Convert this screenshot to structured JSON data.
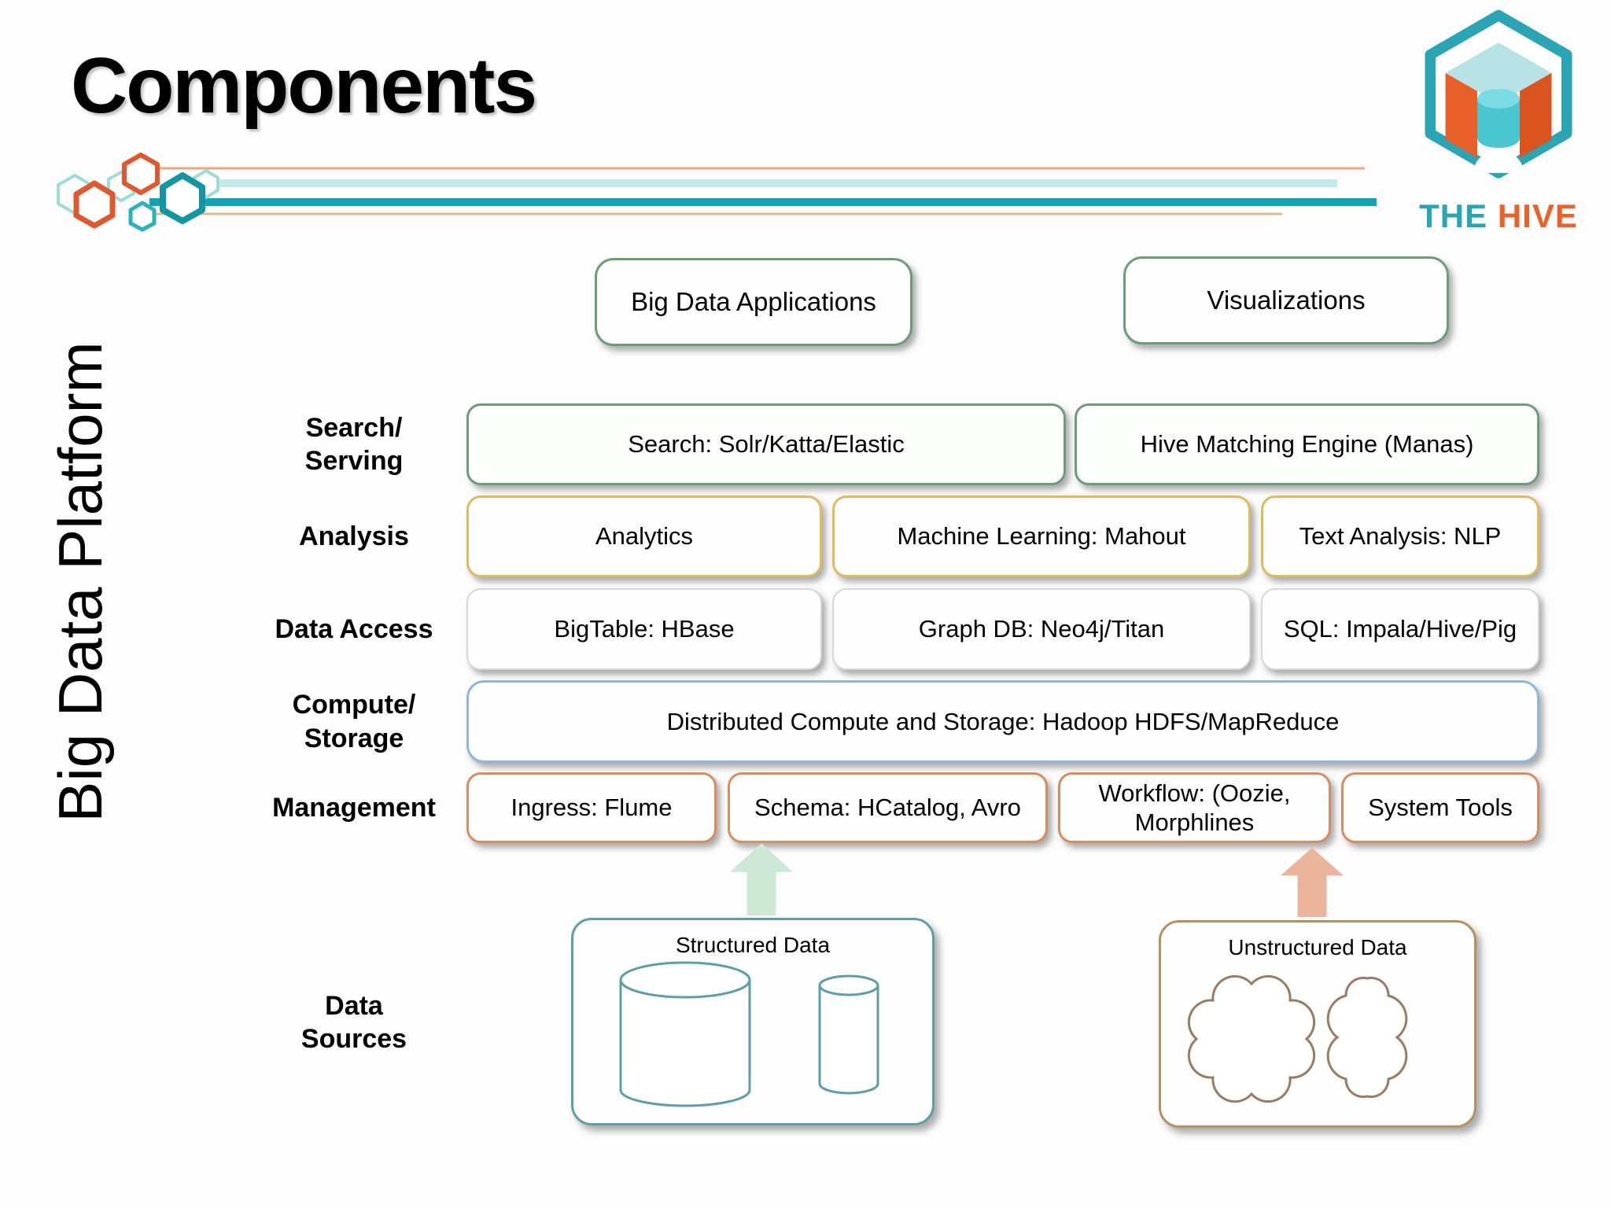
{
  "slide": {
    "title": "Components",
    "platform_label": "Big Data Platform"
  },
  "logo": {
    "word1": "THE",
    "word2": "HIVE"
  },
  "top_row": {
    "applications": "Big Data Applications",
    "visualizations": "Visualizations"
  },
  "rows": {
    "search_serving": {
      "label": "Search/\nServing",
      "search_box": "Search: Solr/Katta/Elastic",
      "hive_box": "Hive Matching Engine (Manas)"
    },
    "analysis": {
      "label": "Analysis",
      "analytics_box": "Analytics",
      "ml_box": "Machine Learning: Mahout",
      "text_box": "Text Analysis: NLP"
    },
    "data_access": {
      "label": "Data Access",
      "bigtable_box": "BigTable: HBase",
      "graph_box": "Graph DB: Neo4j/Titan",
      "sql_box": "SQL: Impala/Hive/Pig"
    },
    "compute_storage": {
      "label": "Compute/\nStorage",
      "hadoop_box": "Distributed Compute and Storage: Hadoop HDFS/MapReduce"
    },
    "management": {
      "label": "Management",
      "ingress_box": "Ingress: Flume",
      "schema_box": "Schema: HCatalog, Avro",
      "workflow_box": "Workflow: (Oozie,\nMorphlines",
      "tools_box": "System Tools"
    }
  },
  "data_sources": {
    "label": "Data\nSources",
    "structured_title": "Structured Data",
    "unstructured_title": "Unstructured Data"
  },
  "colors": {
    "teal_line": "#14a3b0",
    "pale_teal_line": "#c4e9ea",
    "orange_line": "#f0a878",
    "tan_line": "#d8c18d",
    "logo_teal": "#2aa5b4",
    "logo_orange": "#e8622a",
    "green_border": "#6e9b78",
    "gold_border": "#dfbb5e",
    "gray_border": "#d6d6d6",
    "blue_border": "#8bb8da",
    "orange_border": "#da8d5c",
    "structured_border": "#5ba0a8",
    "unstructured_border": "#b3925f",
    "green_arrow": "#cde8d5",
    "orange_arrow": "#eab59a"
  }
}
